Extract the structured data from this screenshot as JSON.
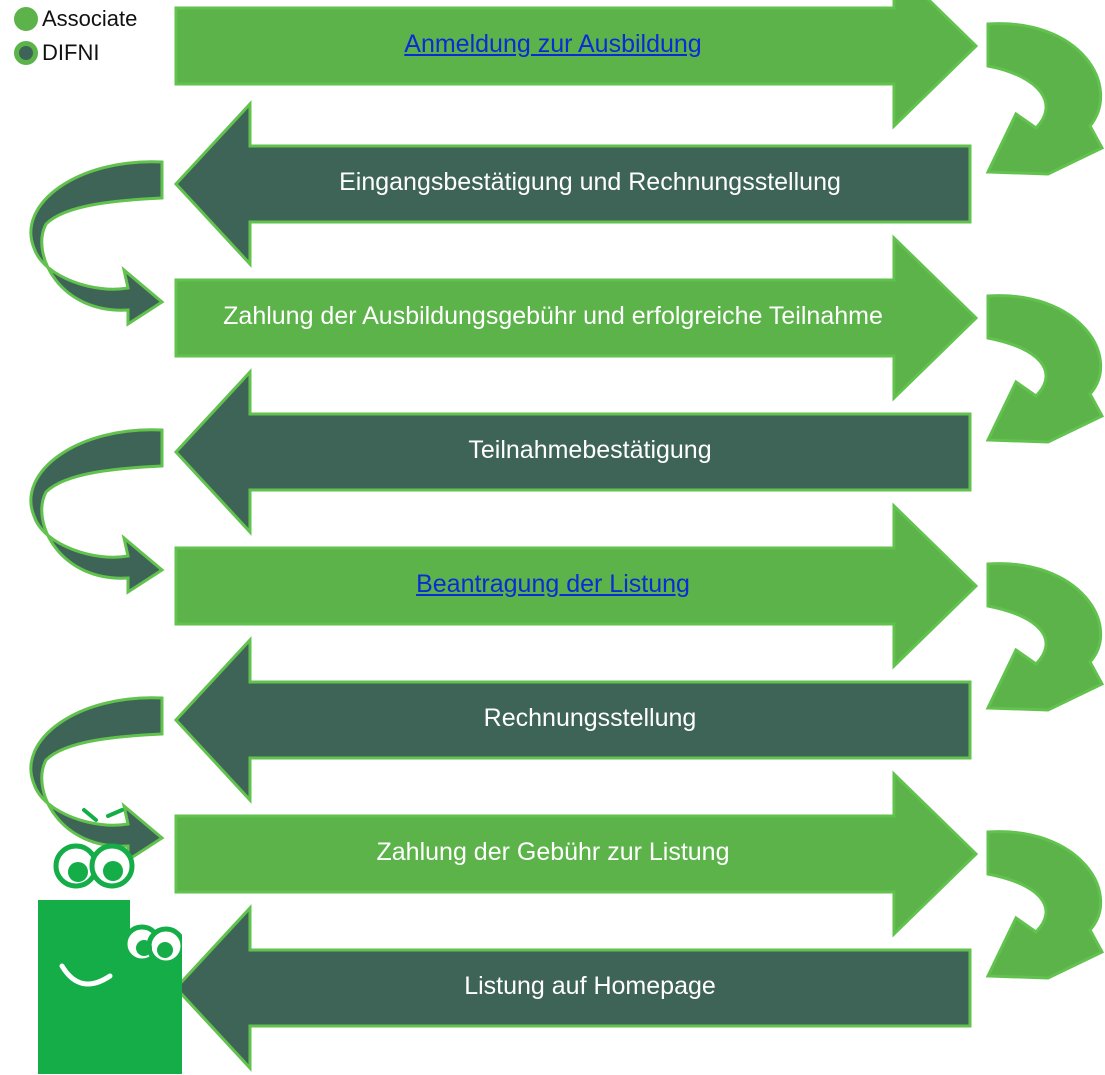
{
  "colors": {
    "associate_fill": "#5cb34a",
    "difni_fill": "#3e6457",
    "outline": "#62c24e",
    "link": "#0b2bd6",
    "mascot_green": "#14ad48"
  },
  "legend": {
    "items": [
      {
        "label": "Associate",
        "color": "#5cb34a"
      },
      {
        "label": "DIFNI",
        "color": "#3e6457"
      }
    ]
  },
  "steps": [
    {
      "label": "Anmeldung zur Ausbildung",
      "actor": "Associate",
      "direction": "right",
      "is_link": true
    },
    {
      "label": "Eingangsbestätigung und Rechnungsstellung",
      "actor": "DIFNI",
      "direction": "left",
      "is_link": false
    },
    {
      "label": "Zahlung der Ausbildungsgebühr und erfolgreiche Teilnahme",
      "actor": "Associate",
      "direction": "right",
      "is_link": false
    },
    {
      "label": "Teilnahmebestätigung",
      "actor": "DIFNI",
      "direction": "left",
      "is_link": false
    },
    {
      "label": "Beantragung der Listung",
      "actor": "Associate",
      "direction": "right",
      "is_link": true
    },
    {
      "label": "Rechnungsstellung",
      "actor": "DIFNI",
      "direction": "left",
      "is_link": false
    },
    {
      "label": "Zahlung der Gebühr zur Listung",
      "actor": "Associate",
      "direction": "right",
      "is_link": false
    },
    {
      "label": "Listung auf Homepage",
      "actor": "DIFNI",
      "direction": "left",
      "is_link": false
    }
  ],
  "mascot": {
    "icon": "owl-mascot-icon"
  }
}
